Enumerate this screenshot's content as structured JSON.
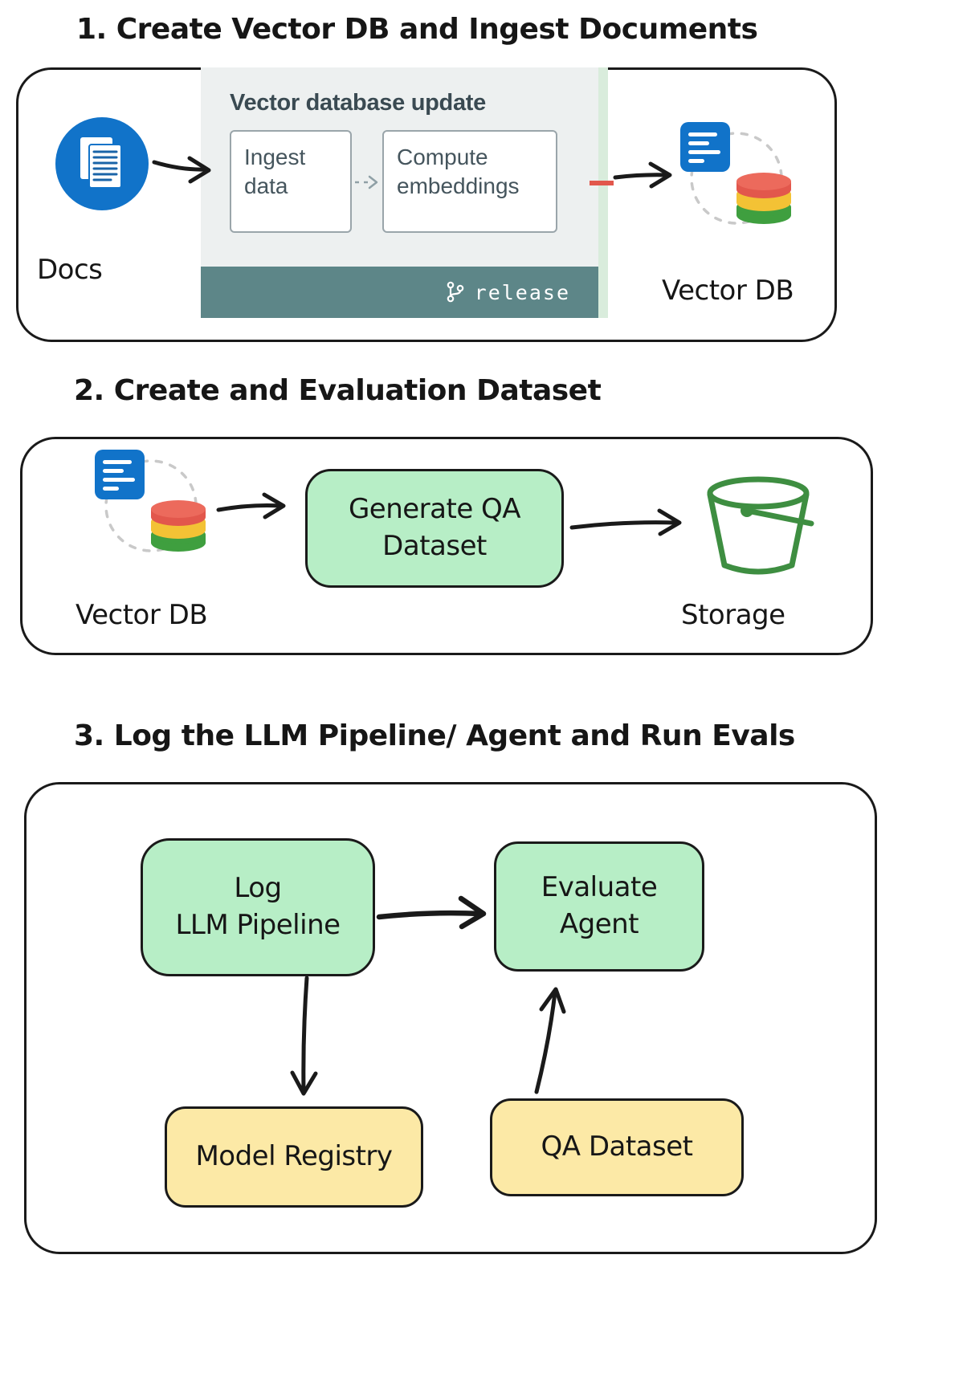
{
  "colors": {
    "ink": "#1a1a1a",
    "green_box": "#b7eec6",
    "yellow_box": "#fce9a6",
    "panel_bg": "#edf0f0",
    "panel_footer": "#5d8688",
    "panel_title": "#3a4a52",
    "panel_box_border": "#9aa5aa",
    "blue_icon": "#1173c9",
    "db_red": "#e2574c",
    "db_red_top": "#ec6a5c",
    "db_yellow": "#f3c235",
    "db_green": "#3f9f3f",
    "bucket_green": "#3e8e41",
    "red_connector": "#e2574c",
    "dashed_gray": "#c9c9c9"
  },
  "section1": {
    "title": "1. Create Vector DB and Ingest Documents",
    "docs_label": "Docs",
    "vector_db_label": "Vector DB",
    "panel": {
      "title": "Vector database update",
      "step1": "Ingest data",
      "step2": "Compute embeddings",
      "release_label": "release"
    }
  },
  "section2": {
    "title": "2. Create and Evaluation Dataset",
    "vector_db_label": "Vector DB",
    "generate_box": {
      "lines": [
        "Generate QA",
        "Dataset"
      ]
    },
    "storage_label": "Storage"
  },
  "section3": {
    "title": "3. Log the LLM Pipeline/ Agent and Run Evals",
    "log_box": {
      "lines": [
        "Log",
        "LLM Pipeline"
      ]
    },
    "evaluate_box": {
      "lines": [
        "Evaluate",
        "Agent"
      ]
    },
    "model_registry_label": "Model Registry",
    "qa_dataset_label": "QA Dataset"
  },
  "icons": {
    "docs": "docs-icon",
    "vector_db": "vector-db-icon",
    "storage": "bucket-icon",
    "release": "git-branch-icon"
  }
}
